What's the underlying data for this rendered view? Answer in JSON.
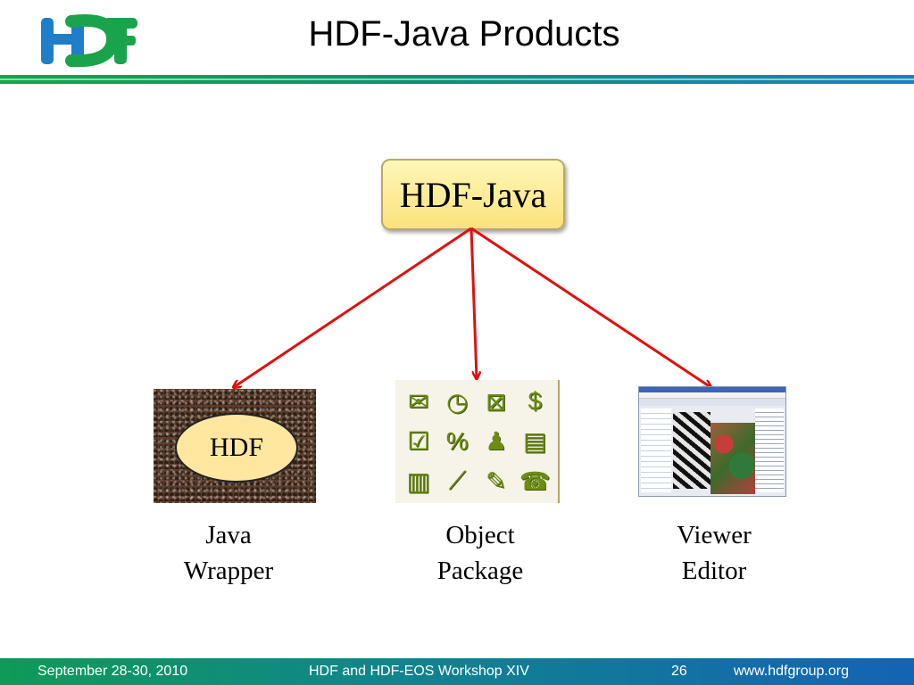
{
  "slide": {
    "title": "HDF-Java Products",
    "logo_text": "HDF"
  },
  "diagram": {
    "root": {
      "label": "HDF-Java"
    },
    "children": [
      {
        "id": "java-wrapper",
        "image_label": "HDF",
        "label_lines": [
          "Java",
          "Wrapper"
        ]
      },
      {
        "id": "object-package",
        "label_lines": [
          "Object",
          "Package"
        ]
      },
      {
        "id": "viewer-editor",
        "label_lines": [
          "Viewer",
          "Editor"
        ]
      }
    ],
    "arrow_color": "#e01010"
  },
  "object_package_icons": [
    "envelope-icon",
    "clock-icon",
    "window-icon",
    "money-bag-icon",
    "checkbox-icon",
    "percent-icon",
    "user-icon",
    "document-icon",
    "notebook-icon",
    "chart-icon",
    "pencil-icon",
    "telephone-icon"
  ],
  "footer": {
    "date": "September 28-30, 2010",
    "workshop": "HDF and HDF-EOS Workshop XIV",
    "page": "26",
    "url": "www.hdfgroup.org"
  },
  "colors": {
    "logo_green": "#19a34a",
    "logo_blue": "#1e7ec8",
    "root_fill": "#fbe27c",
    "footer_start": "#0f9a57",
    "footer_end": "#1463b4"
  }
}
